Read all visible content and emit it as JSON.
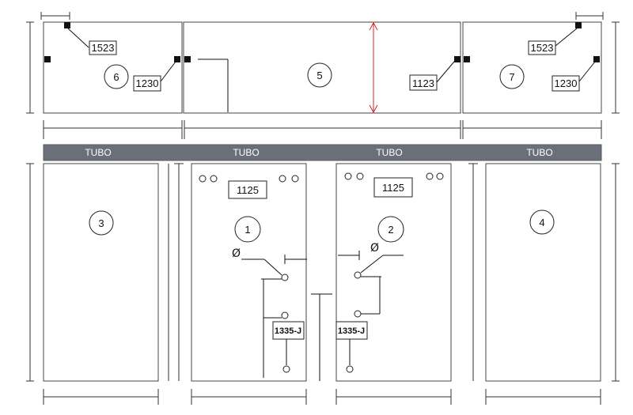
{
  "rail": {
    "segments": [
      "TUBO",
      "TUBO",
      "TUBO",
      "TUBO"
    ],
    "color": "#6b6f7a"
  },
  "upper_panels": [
    {
      "number": "6",
      "labels": [
        "1523",
        "1230"
      ]
    },
    {
      "number": "5",
      "labels": [
        "1123"
      ]
    },
    {
      "number": "7",
      "labels": [
        "1523",
        "1230"
      ]
    }
  ],
  "lower_panels": [
    {
      "number": "3",
      "labels": []
    },
    {
      "number": "1",
      "labels": [
        "1125",
        "1335-J"
      ]
    },
    {
      "number": "2",
      "labels": [
        "1125",
        "1335-J"
      ]
    },
    {
      "number": "4",
      "labels": []
    }
  ],
  "symbols": {
    "diameter": "Ø"
  },
  "colors": {
    "height_arrow": "#d62020",
    "outline": "#444444"
  }
}
